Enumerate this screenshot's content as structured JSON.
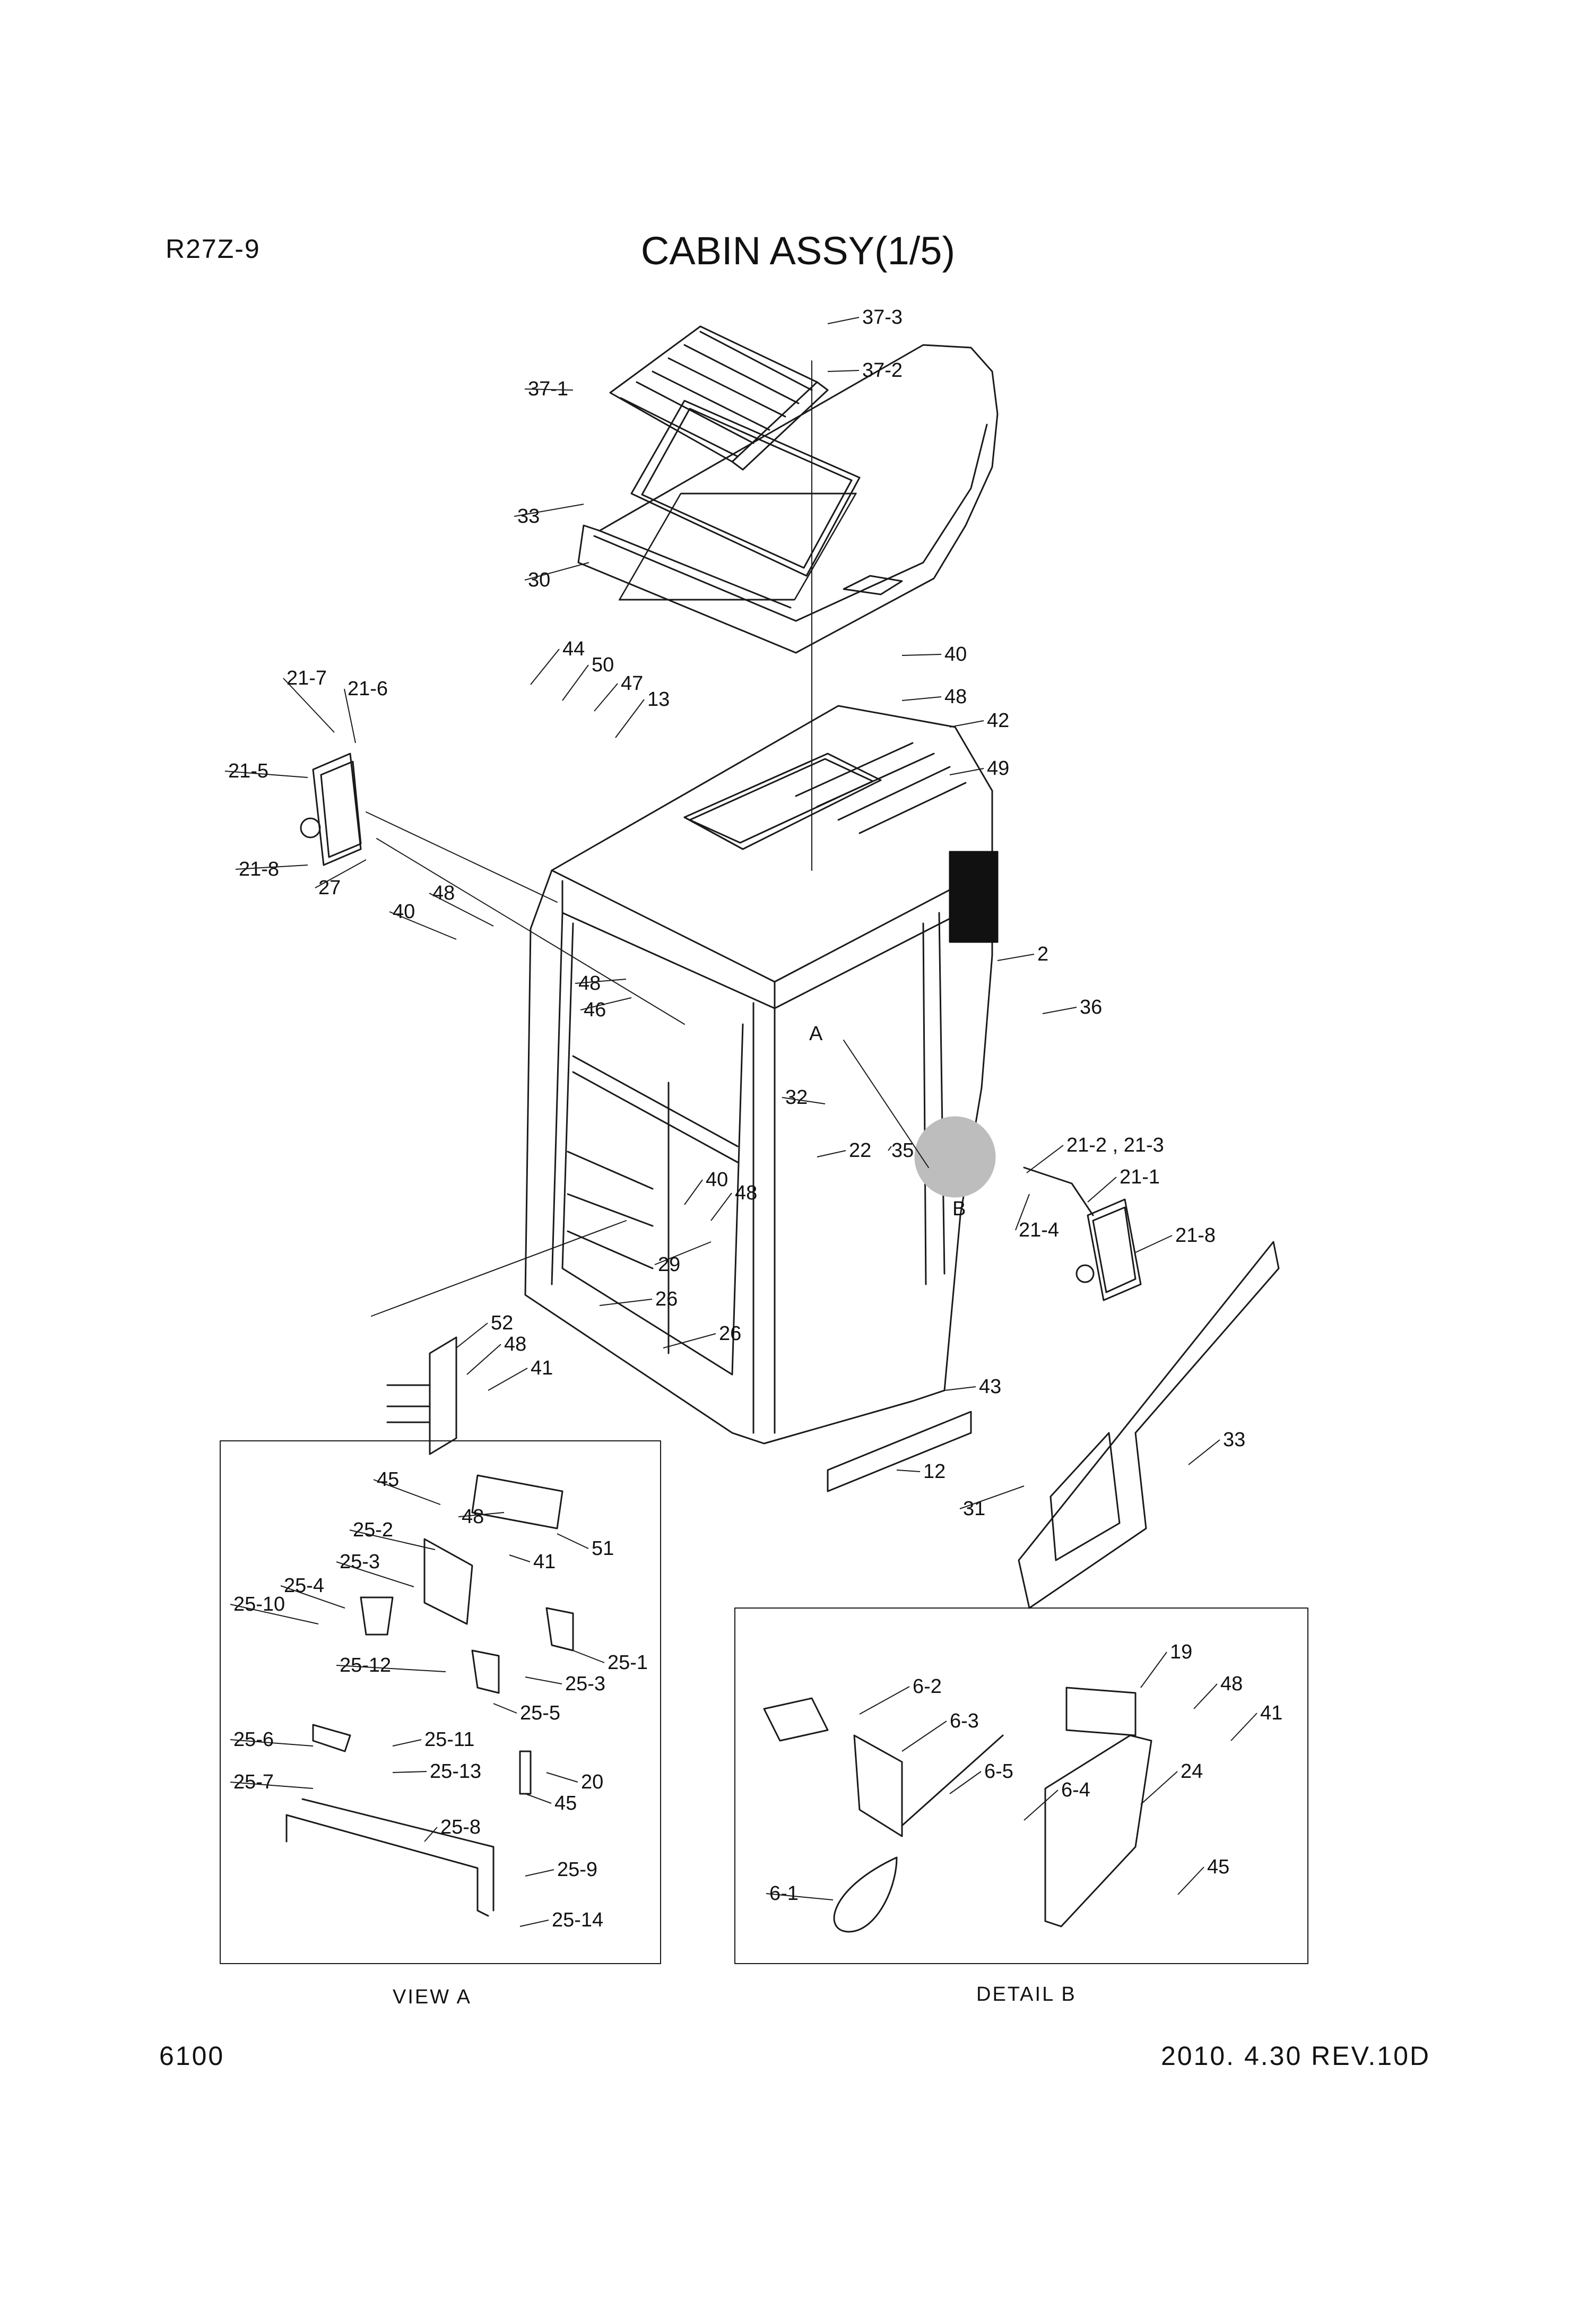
{
  "header": {
    "model": "R27Z-9",
    "title": "CABIN ASSY(1/5)"
  },
  "footer": {
    "page_number": "6100",
    "revision": "2010. 4.30  REV.10D"
  },
  "view_labels": {
    "view_a_caption": "VIEW A",
    "detail_b_caption": "DETAIL B",
    "arrow_a": "A",
    "circle_b": "B"
  },
  "callouts": {
    "main": [
      "37-3",
      "37-2",
      "37-1",
      "33",
      "30",
      "40",
      "48",
      "42",
      "49",
      "44",
      "50",
      "47",
      "13",
      "21-7",
      "21-6",
      "21-5",
      "21-8",
      "27",
      "48",
      "40",
      "2",
      "48",
      "46",
      "36",
      "32",
      "22",
      "35",
      "21-2 , 21-3",
      "21-1",
      "21-4",
      "21-8",
      "40",
      "48",
      "29",
      "26",
      "26",
      "52",
      "48",
      "41",
      "43",
      "12",
      "33",
      "31"
    ],
    "view_a": [
      "45",
      "48",
      "51",
      "25-2",
      "41",
      "25-3",
      "25-4",
      "25-10",
      "25-1",
      "25-12",
      "25-3",
      "25-5",
      "25-6",
      "25-11",
      "25-7",
      "25-13",
      "20",
      "45",
      "25-8",
      "25-9",
      "25-14"
    ],
    "detail_b": [
      "19",
      "48",
      "41",
      "6-2",
      "6-3",
      "6-5",
      "24",
      "6-4",
      "45",
      "6-1"
    ]
  }
}
